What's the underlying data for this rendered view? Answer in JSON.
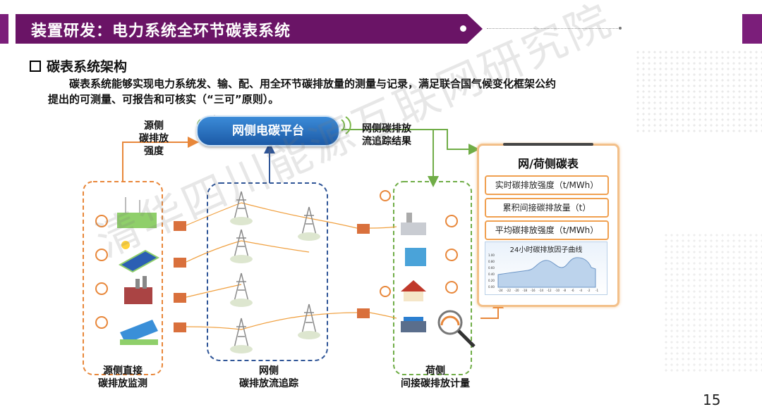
{
  "header": {
    "title": "装置研发：电力系统全环节碳表系统"
  },
  "section": {
    "title": "碳表系统架构"
  },
  "paragraph": {
    "line1": "碳表系统能够实现电力系统发、输、配、用全环节碳排放量的测量与记录，满足联合国气候变化框架公约",
    "line2": "提出的可测量、可报告和可核实（“三可”原则）。"
  },
  "watermark": "清华四川能源互联网研究院",
  "diagram": {
    "platform": "网侧电碳平台",
    "source_intensity": [
      "源侧",
      "碳排放",
      "强度"
    ],
    "grid_trace_result": [
      "网侧碳排放",
      "流追踪结果"
    ],
    "source_monitor": [
      "源侧直接",
      "碳排放监测"
    ],
    "grid_trace": [
      "网侧",
      "碳排放流追踪"
    ],
    "load_metering": [
      "荷侧",
      "间接碳排放计量"
    ],
    "meter": {
      "title": "网/荷侧碳表",
      "items": [
        "实时碳排放强度（t/MWh）",
        "累积间接碳排放量（t）",
        "平均碳排放强度（t/MWh）"
      ],
      "curve_title": "24小时碳排放因子曲线",
      "y_ticks": [
        "1.00",
        "0.80",
        "0.60",
        "0.40",
        "0.20",
        "0.00"
      ],
      "x_ticks": [
        "-24",
        "-22",
        "-20",
        "-18",
        "-16",
        "-14",
        "-12",
        "-10",
        "-8",
        "-6",
        "-4",
        "-2",
        "-1"
      ]
    }
  },
  "page_number": "15",
  "colors": {
    "header": "#6a1466",
    "source_border": "#e8873a",
    "grid_border": "#2f5597",
    "load_border": "#70ad47",
    "card_border": "#f3c08a"
  }
}
